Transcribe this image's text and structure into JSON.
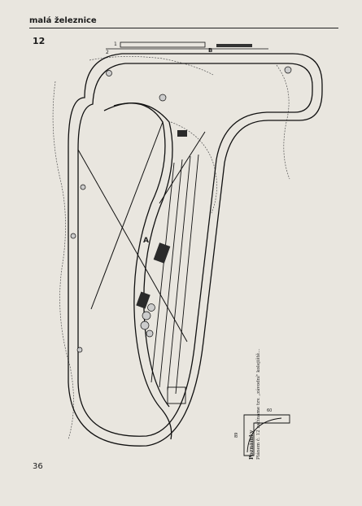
{
  "header": {
    "title": "malá železnice"
  },
  "plan": {
    "number": "12",
    "labels": {
      "station_a": "A",
      "station_b": "B",
      "lead_1": "1",
      "lead_2": "2"
    },
    "dimensions": {
      "top": "60",
      "left": "89"
    }
  },
  "notes": {
    "heading": "Poznámky",
    "lines": [
      "Plánem č. 12 začínáme tzv. „závodní\" kolejiště..."
    ]
  },
  "footer": {
    "page_number": "36"
  },
  "colors": {
    "paper": "#e9e6df",
    "ink": "#1c1c1c"
  }
}
